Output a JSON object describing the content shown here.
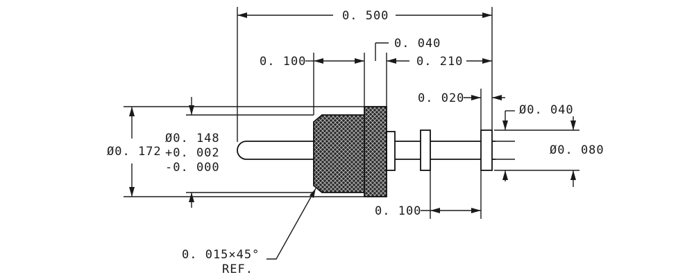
{
  "dimensions": {
    "overall_length": "0. 500",
    "flange_thickness": "0. 040",
    "body_length": "0. 100",
    "pin_length": "0. 210",
    "collar_width": "0. 020",
    "collar_diameter": "Ø0. 040",
    "pin_diameter": "Ø0. 080",
    "collar_spacing": "0. 100",
    "flange_diameter": "Ø0. 172",
    "body_diameter": "Ø0. 148",
    "body_tol_plus": "+0. 002",
    "body_tol_minus": "-0. 000",
    "chamfer": "0. 015×45°",
    "chamfer_ref": "REF."
  }
}
